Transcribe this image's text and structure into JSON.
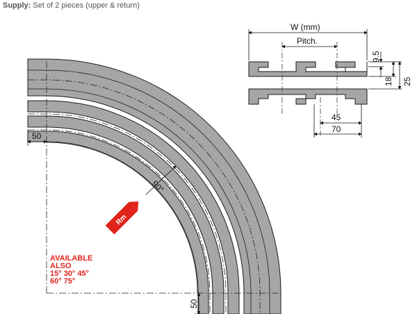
{
  "supply": {
    "label": "Supply:",
    "text": "Set of 2 pieces (upper & return)"
  },
  "profile": {
    "width_label": "W (mm)",
    "pitch_label": "Pitch.",
    "dim_9_5": "9.5",
    "dim_18": "18",
    "dim_25": "25",
    "dim_45": "45",
    "dim_70": "70"
  },
  "curve": {
    "offset_left": "50",
    "offset_bottom": "50",
    "angle": "90°",
    "radius_label": "Rm"
  },
  "available": {
    "line1": "AVAILABLE",
    "line2": "ALSO",
    "line3": "15° 30° 45°",
    "line4": "60° 75°"
  },
  "colors": {
    "band": "#a6a6a6",
    "outline": "#1a1a1a",
    "accent": "#e0231b"
  }
}
